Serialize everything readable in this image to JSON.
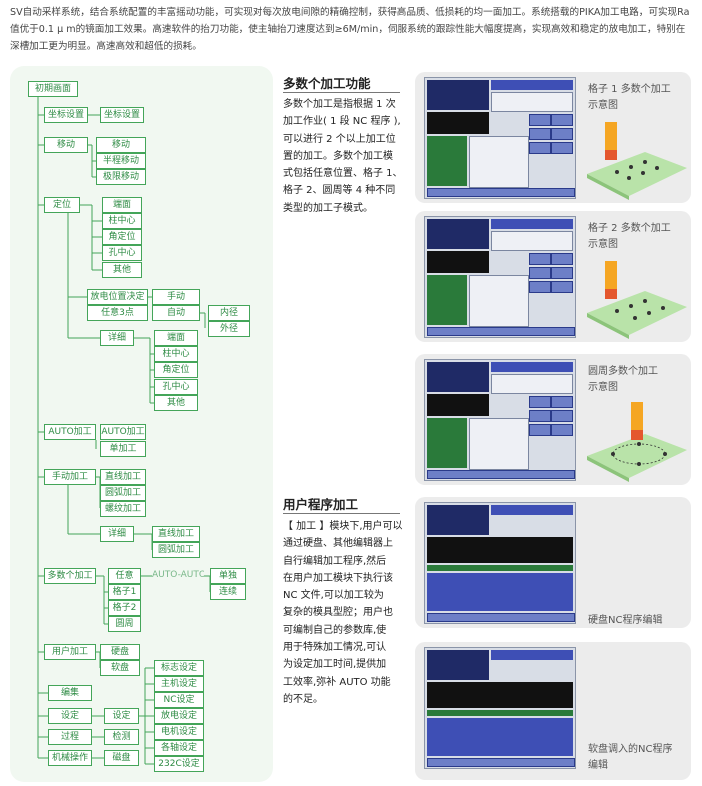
{
  "intro": "SV自动采样系统，结合系统配置的丰富摇动功能，可实现对每次放电间隙的精确控制，获得高品质、低损耗的均一面加工。系统搭载的PIKA加工电路，可实现Ra值优于0.1 μ m的镜面加工效果。高速软件的抬刀功能，使主轴抬刀速度达到≥6M/min，伺服系统的跟踪性能大幅度提高，实现高效和稳定的放电加工，特别在深槽加工更为明显。高速高效和超低的损耗。",
  "menu": {
    "root": "初期画面",
    "coord": {
      "label": "坐标设置",
      "sub": "坐标设置"
    },
    "move": {
      "label": "移动",
      "subs": [
        "移动",
        "半程移动",
        "极限移动"
      ]
    },
    "locate": {
      "label": "定位",
      "subs": [
        "端面",
        "柱中心",
        "角定位",
        "孔中心",
        "其他"
      ]
    },
    "discharge": {
      "label": "放电位置决定",
      "any": "任意3点",
      "manual": "手动",
      "auto": "自动",
      "inner": "内径",
      "outer": "外径"
    },
    "detail1": {
      "label": "详细",
      "subs": [
        "端面",
        "柱中心",
        "角定位",
        "孔中心",
        "其他"
      ]
    },
    "autoproc": {
      "label": "AUTO加工",
      "subs": [
        "AUTO加工",
        "单加工"
      ]
    },
    "manualproc": {
      "label": "手动加工",
      "subs": [
        "直线加工",
        "圆弧加工",
        "螺纹加工"
      ]
    },
    "detail2": {
      "label": "详细",
      "subs": [
        "直线加工",
        "圆弧加工"
      ]
    },
    "multi": {
      "label": "多数个加工",
      "subs": [
        "任意",
        "格子1",
        "格子2",
        "圆周"
      ],
      "autoauto": "AUTO-AUTO",
      "single": "单独",
      "continuous": "连续"
    },
    "userproc": {
      "label": "用户加工",
      "subs": [
        "硬盘",
        "软盘"
      ]
    },
    "edit": "编集",
    "setting": {
      "label": "设定",
      "sub": "设定"
    },
    "process": {
      "label": "过程",
      "sub": "检测"
    },
    "machine": {
      "label": "机械操作",
      "sub": "磁盘"
    },
    "settings_list": [
      "标志设定",
      "主机设定",
      "NC设定",
      "放电设定",
      "电机设定",
      "各轴设定",
      "232C设定"
    ]
  },
  "section1": {
    "title": "多数个加工功能",
    "lines": [
      "多数个加工是指根据 1 次",
      "加工作业( 1 段 NC 程序 ),",
      "可以进行 2 个以上加工位",
      "置的加工。多数个加工模",
      "式包括任意位置、格子 1、",
      "格子 2、圆周等 4 种不同",
      "类型的加工子模式。"
    ]
  },
  "section2": {
    "title": "用户程序加工",
    "lines": [
      "【 加工 】模块下,用户可以",
      "通过硬盘、其他编辑器上",
      "自行编辑加工程序,然后",
      "在用户加工模块下执行该",
      "NC 文件,可以加工较为",
      "复杂的模具型腔；用户也",
      "可编制自己的参数库,使",
      "用于特殊加工情况,可认",
      "为设定加工时间,提供加",
      "工效率,弥补 AUTO 功能",
      "的不足。"
    ]
  },
  "panels": [
    {
      "caption": [
        "格子 1 多数个加工",
        "示意图"
      ]
    },
    {
      "caption": [
        "格子 2 多数个加工",
        "示意图"
      ]
    },
    {
      "caption": [
        "圆周多数个加工",
        "示意图"
      ]
    },
    {
      "caption": [
        "硬盘NC程序编辑"
      ]
    },
    {
      "caption": [
        "软盘调入的NC程序",
        "编辑"
      ]
    }
  ]
}
